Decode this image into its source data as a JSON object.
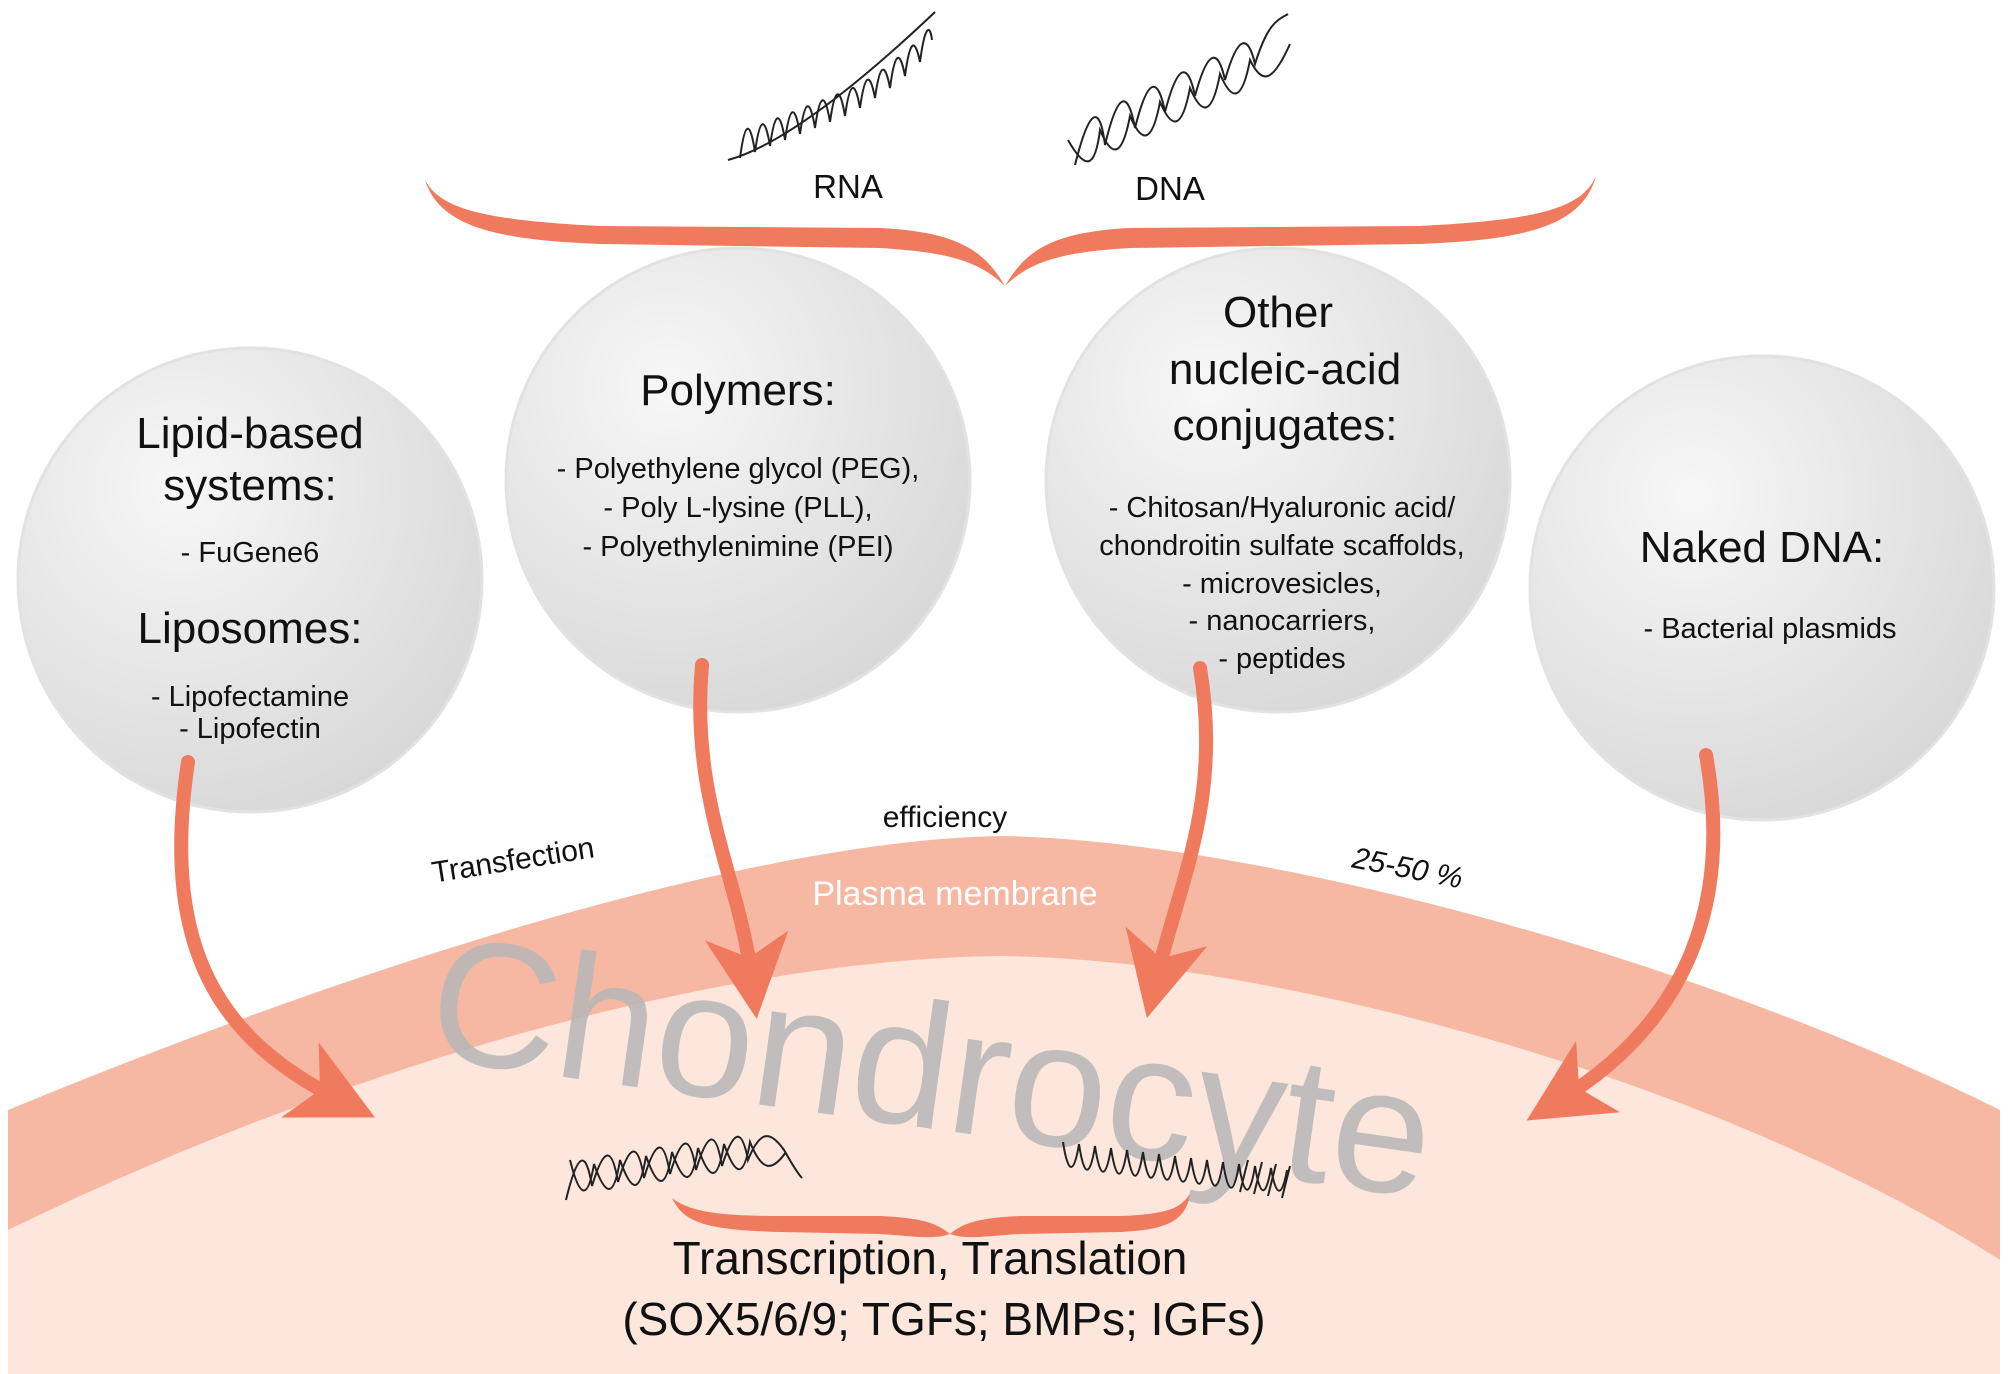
{
  "colors": {
    "accent": "#f07a5e",
    "membrane": "#f7b8a3",
    "cytoplasm": "#fde6dc",
    "circle_light": "#f5f5f5",
    "circle_dark": "#d8d8d8",
    "watermark": "#b7b7b7",
    "membrane_text": "#ffffff",
    "text": "#111111"
  },
  "top": {
    "rna_label": "RNA",
    "dna_label": "DNA"
  },
  "circles": {
    "lipid": {
      "title_line1": "Lipid-based",
      "title_line2": "systems:",
      "item1": "- FuGene6",
      "subtitle": "Liposomes:",
      "sub_item1": "- Lipofectamine",
      "sub_item2": "- Lipofectin"
    },
    "polymers": {
      "title": "Polymers:",
      "item1": "- Polyethylene glycol (PEG),",
      "item2": "- Poly L-lysine (PLL),",
      "item3": "- Polyethylenimine (PEI)"
    },
    "other": {
      "title_line1": "Other",
      "title_line2": "nucleic-acid",
      "title_line3": "conjugates:",
      "item1": "- Chitosan/Hyaluronic acid/",
      "item2": "chondroitin sulfate scaffolds,",
      "item3": "- microvesicles,",
      "item4": "- nanocarriers,",
      "item5": "- peptides"
    },
    "naked": {
      "title": "Naked DNA:",
      "item1": "- Bacterial plasmids"
    }
  },
  "membrane": {
    "label": "Plasma membrane",
    "efficiency_word1": "Transfection",
    "efficiency_word2": "efficiency",
    "efficiency_value": "25-50 %"
  },
  "cell": {
    "watermark": "Chondrocyte",
    "process_line1": "Transcription, Translation",
    "process_line2": "(SOX5/6/9; TGFs; BMPs; IGFs)"
  }
}
